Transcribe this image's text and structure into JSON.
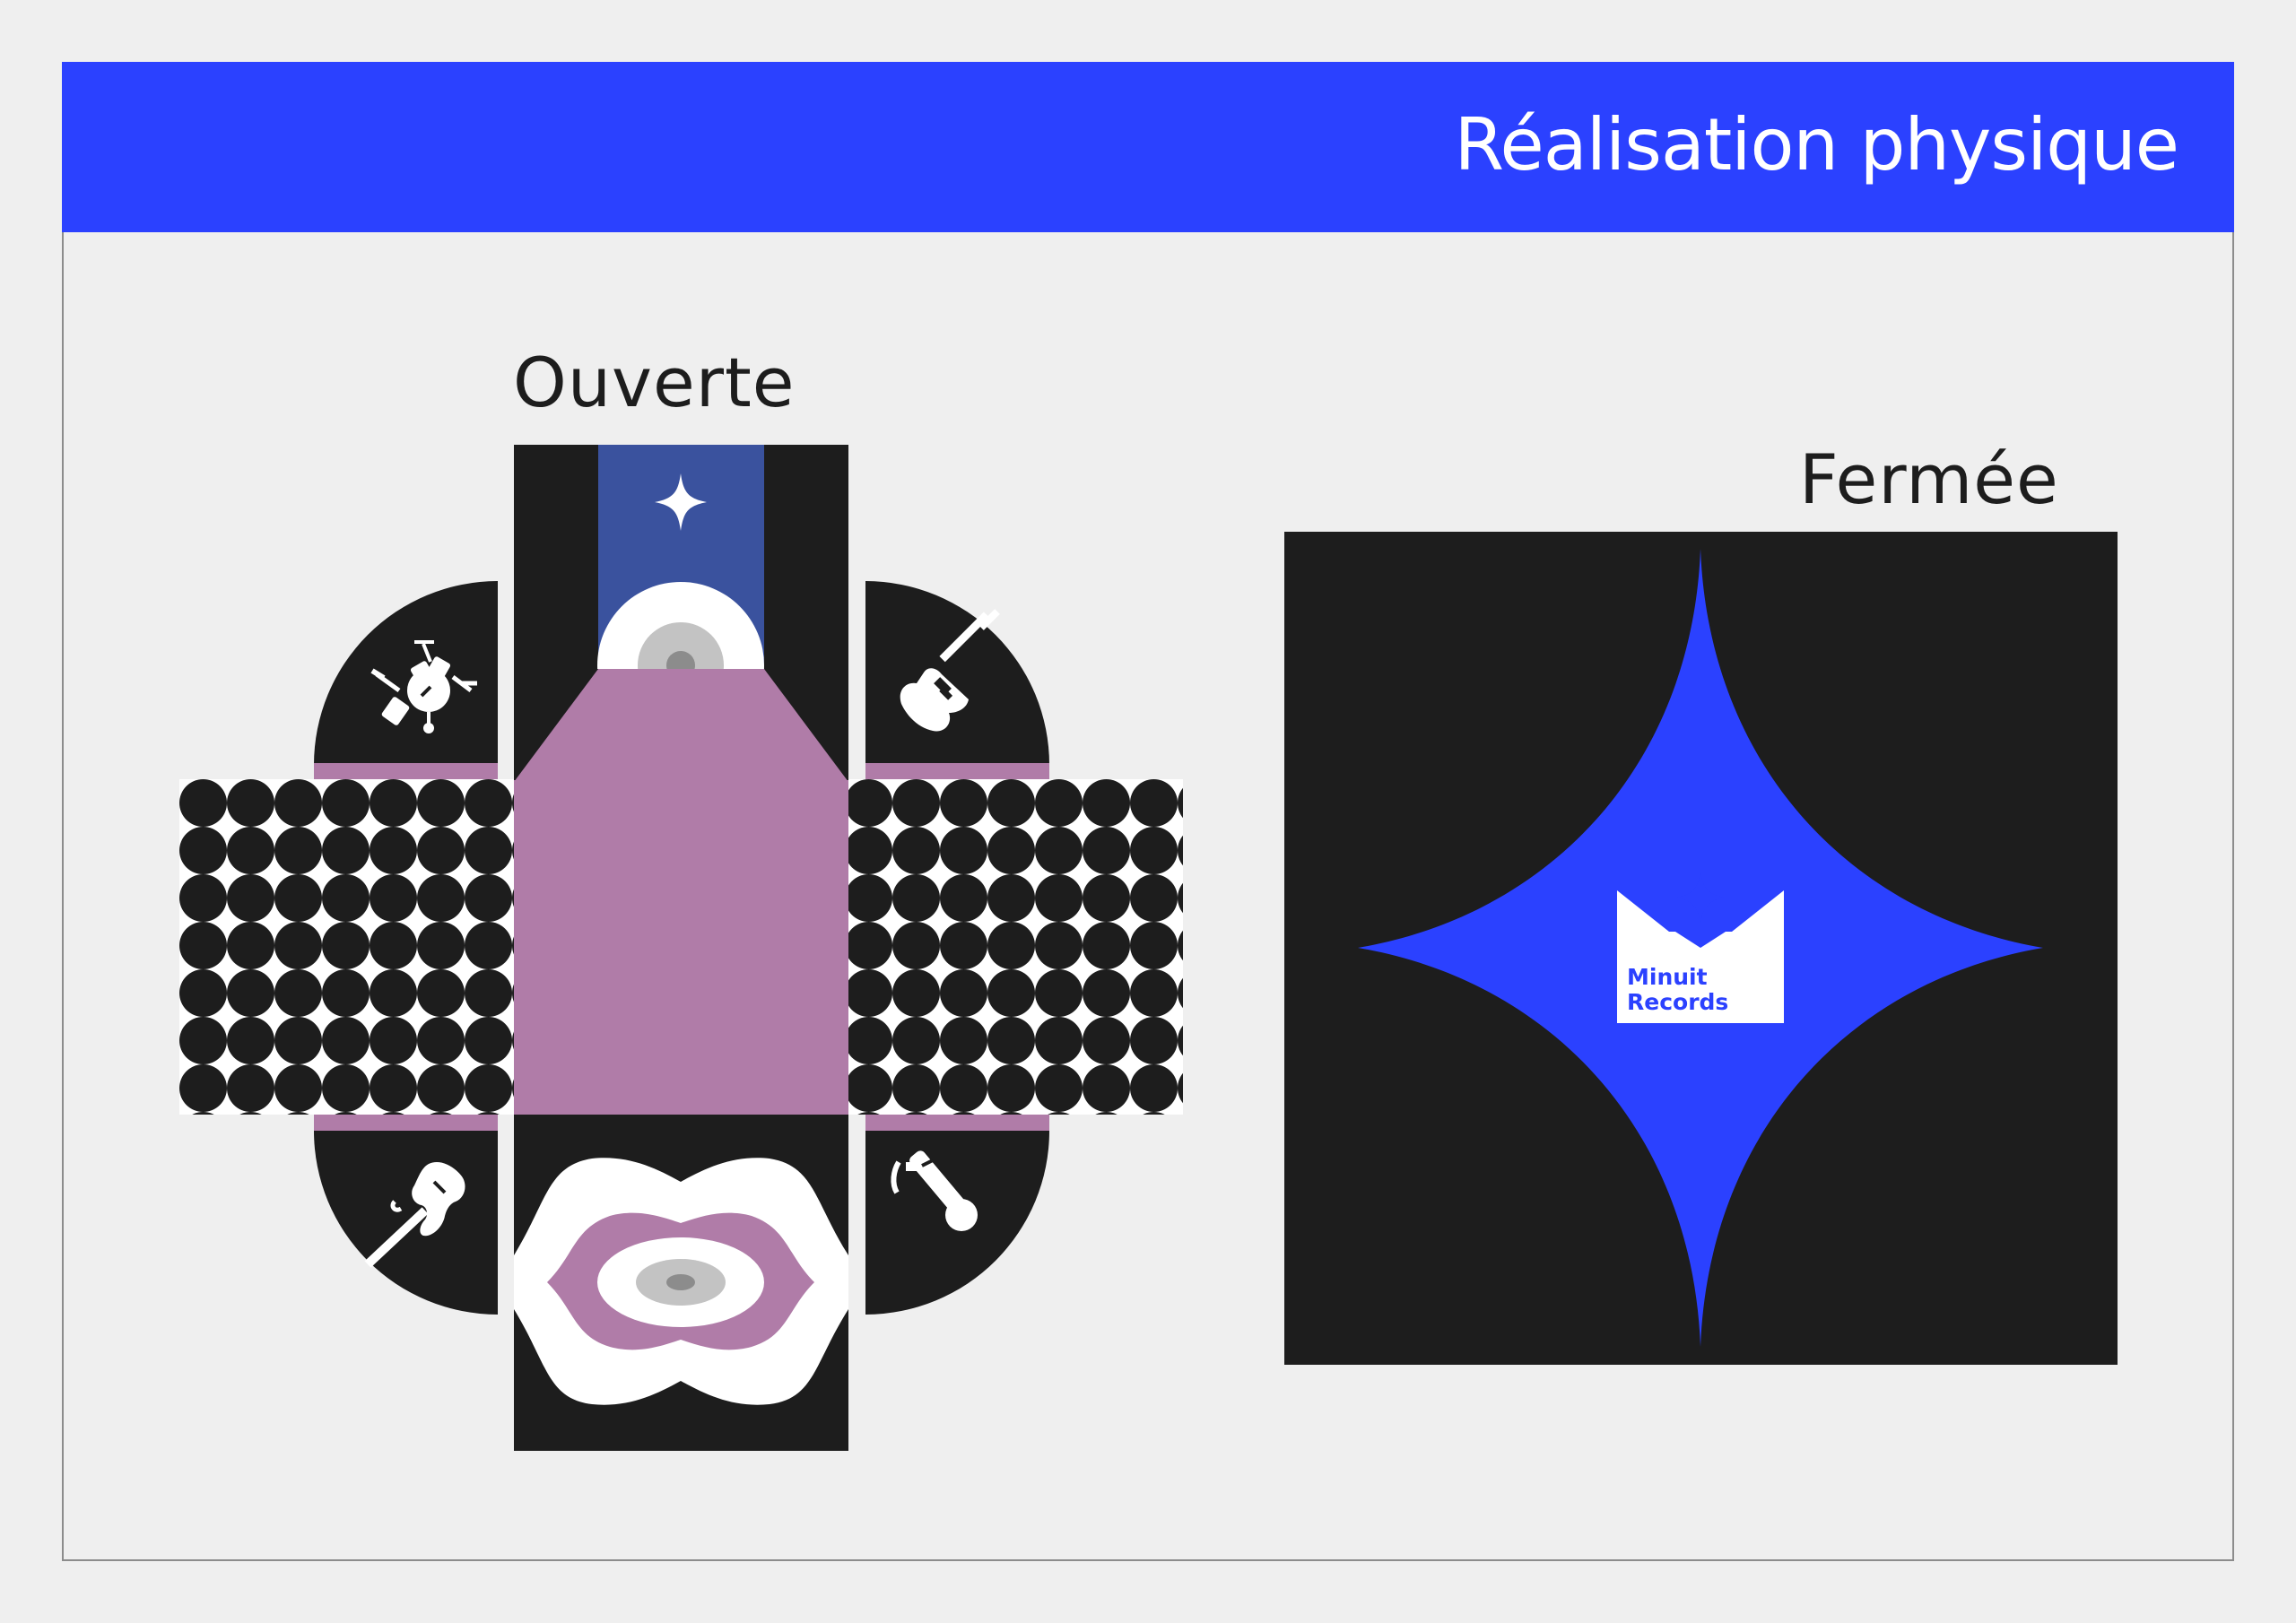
{
  "header": {
    "title": "Réalisation physique"
  },
  "open_view": {
    "label": "Ouverte"
  },
  "closed_view": {
    "label": "Fermée"
  },
  "logo": {
    "line1": "Minuit",
    "line2": "Records"
  },
  "colors": {
    "header_blue": "#2b41ff",
    "black": "#1d1d1d",
    "mauve": "#b07ca8",
    "navy": "#3a529e",
    "background": "#efefef"
  },
  "icons": [
    "star-icon",
    "drum-kit-icon",
    "electric-guitar-icon",
    "acoustic-guitar-icon",
    "microphone-icon",
    "vinyl-disc-icon"
  ]
}
